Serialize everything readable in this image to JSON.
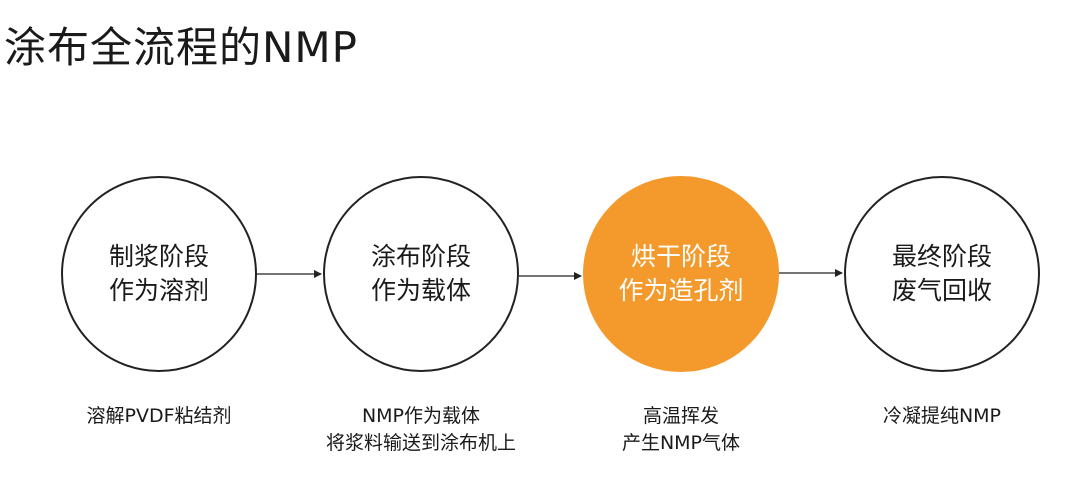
{
  "title": "涂布全流程的NMP",
  "colors": {
    "active_fill": "#f49a2c",
    "circle_border": "#222222",
    "text": "#1a1a1a",
    "active_text": "#ffffff"
  },
  "stages": [
    {
      "line1": "制浆阶段",
      "line2": "作为溶剂",
      "desc1": "溶解PVDF粘结剂",
      "desc2": ""
    },
    {
      "line1": "涂布阶段",
      "line2": "作为载体",
      "desc1": "NMP作为载体",
      "desc2": "将浆料输送到涂布机上"
    },
    {
      "line1": "烘干阶段",
      "line2": "作为造孔剂",
      "desc1": "高温挥发",
      "desc2": "产生NMP气体",
      "active": true
    },
    {
      "line1": "最终阶段",
      "line2": "废气回收",
      "desc1": "冷凝提纯NMP",
      "desc2": ""
    }
  ]
}
